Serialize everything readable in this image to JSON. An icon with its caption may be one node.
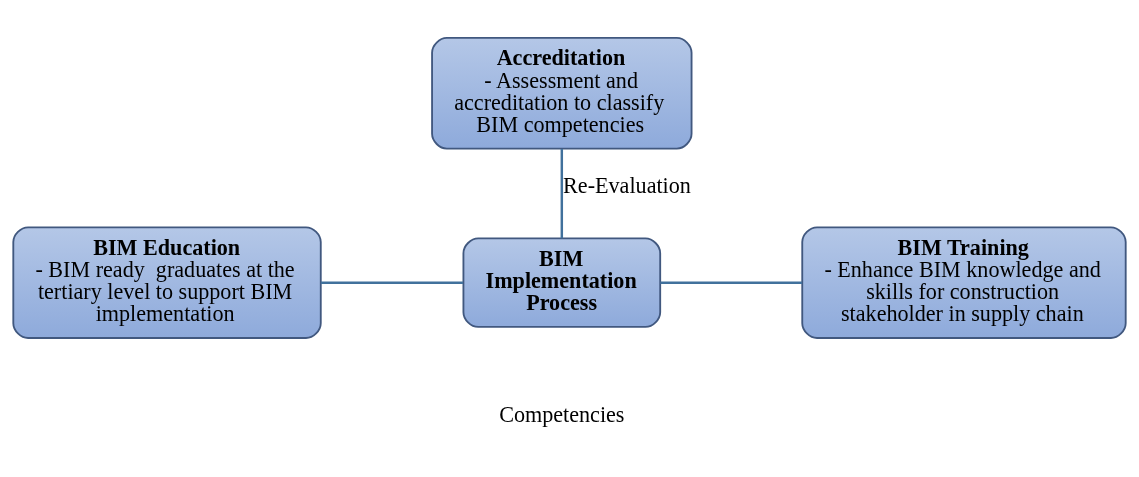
{
  "diagram": {
    "nodes": [
      {
        "text": [
          "Accreditation",
          "- Assessment and accreditation to classify BIM competencies"
        ]
      },
      {
        "text": [
          "BIM Implementation Process"
        ]
      },
      {
        "text": [
          "BIM Education",
          "- BIM ready  graduates at the tertiary level to support BIM implementation"
        ]
      },
      {
        "text": [
          "BIM Training",
          "- Enhance BIM knowledge and skills for construction stakeholder in supply chain"
        ]
      }
    ],
    "edges": [
      {
        "from": 0,
        "to": 1,
        "arrow": "none",
        "label": "Re-Evaluation"
      },
      {
        "from": 2,
        "to": 1,
        "arrow": "none"
      },
      {
        "from": 1,
        "to": 3,
        "arrow": "none"
      }
    ],
    "labels": [
      "Competencies"
    ]
  }
}
